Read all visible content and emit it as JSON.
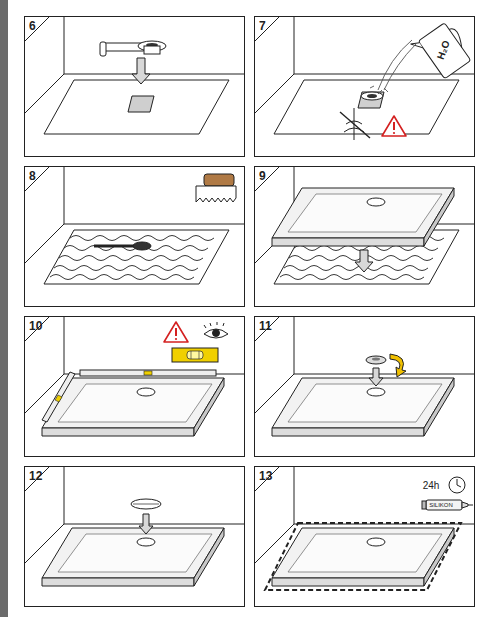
{
  "diagram": {
    "nodes": [
      {
        "text": [
          "6"
        ]
      },
      {
        "text": [
          "7"
        ]
      },
      {
        "text": [
          "8"
        ]
      },
      {
        "text": [
          "9"
        ]
      },
      {
        "text": [
          "10"
        ]
      },
      {
        "text": [
          "11"
        ]
      },
      {
        "text": [
          "12"
        ]
      },
      {
        "text": [
          "13"
        ]
      }
    ],
    "labels": [
      "H₂O",
      "24h",
      "SILIKON"
    ]
  }
}
